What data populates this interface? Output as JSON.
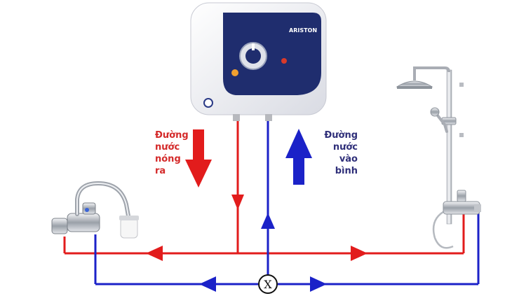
{
  "heater": {
    "brand": "ARISTON",
    "body_color": "#f1f2f6",
    "panel_color": "#1f2d6e"
  },
  "hot_label": [
    "Đường",
    "nước",
    "nóng",
    "ra"
  ],
  "cold_label": [
    "Đường",
    "nước",
    "vào",
    "bình"
  ],
  "valve_symbol": "X",
  "colors": {
    "hot": "#e21c1c",
    "cold": "#1b22c8",
    "hot_text": "#d42a2a",
    "cold_text": "#30307a"
  },
  "icons": [
    "water-heater-icon",
    "faucet-icon",
    "shower-icon",
    "valve-icon"
  ]
}
